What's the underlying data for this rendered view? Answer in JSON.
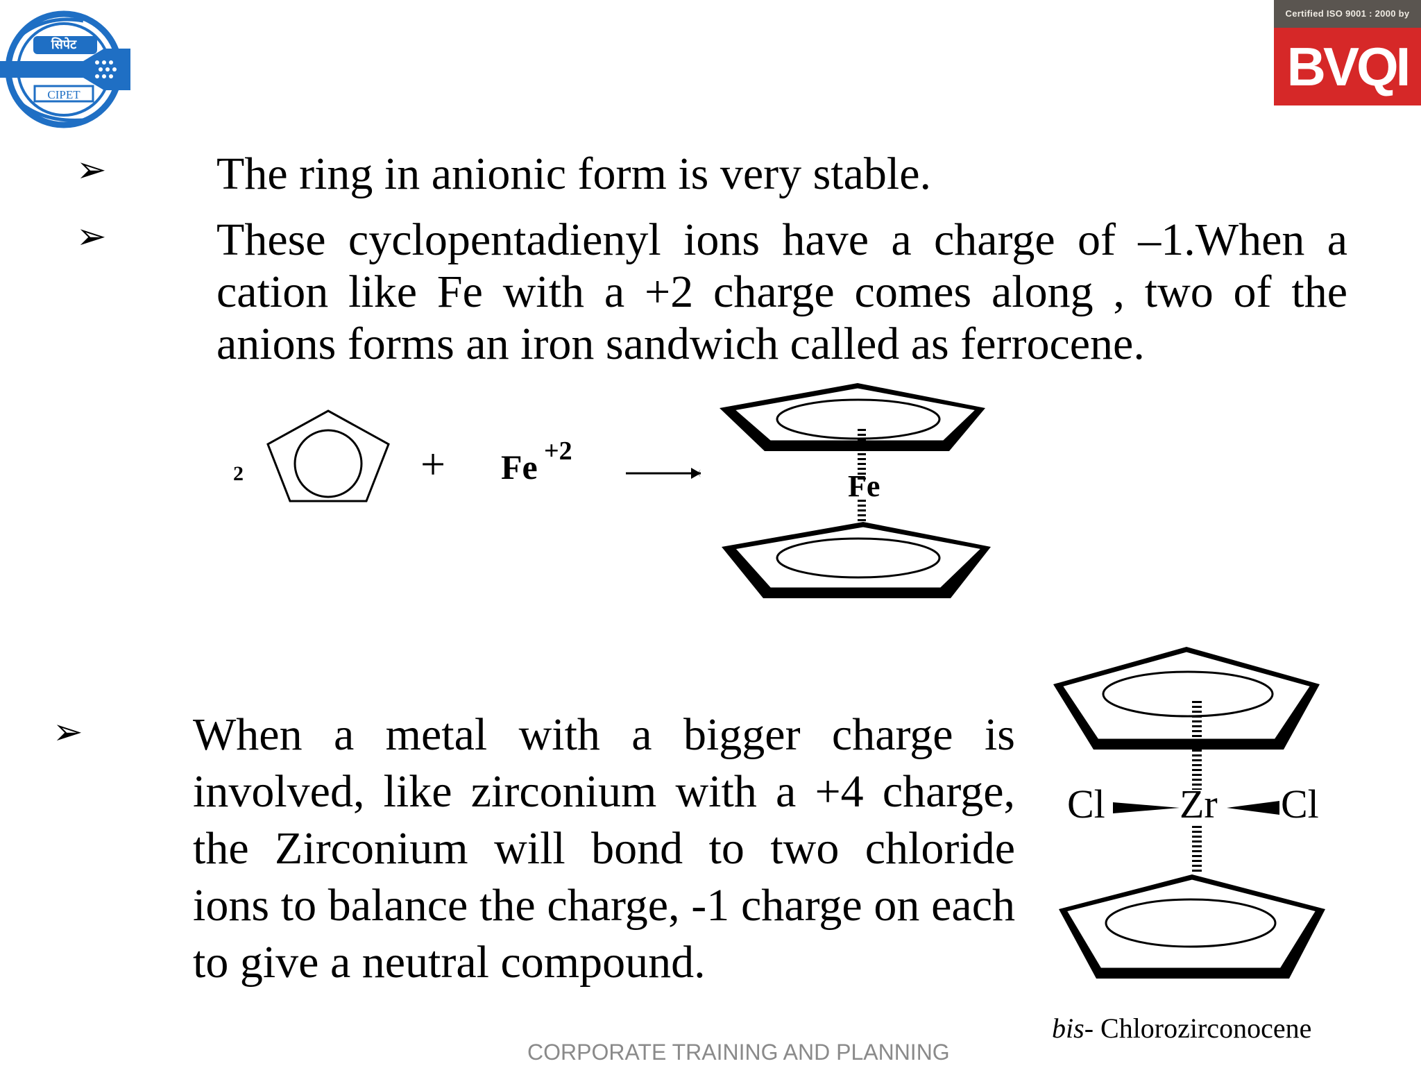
{
  "header": {
    "left_logo": {
      "label": "सिपेट",
      "sublabel": "CIPET"
    },
    "right_logo": {
      "cert_text": "Certified ISO 9001 : 2000 by",
      "brand": "BVQI"
    }
  },
  "bullets": [
    {
      "symbol": "➢",
      "text": "The ring in anionic form is very stable."
    },
    {
      "symbol": "➢",
      "text": "These  cyclopentadienyl ions have a charge of –1.When a cation like Fe with a +2 charge comes along , two of the anions forms an iron sandwich called as ferrocene."
    },
    {
      "symbol": "➢",
      "text": "When a metal with a bigger charge is involved, like zirconium with a +4 charge, the Zirconium will bond to two chloride ions to balance the charge, -1 charge on each to give a neutral compound."
    }
  ],
  "reaction": {
    "coefficient": "2",
    "plus": "+",
    "metal": "Fe",
    "charge": "+2",
    "product_metal": "Fe"
  },
  "zirconocene": {
    "left_ligand": "Cl",
    "metal": "Zr",
    "right_ligand": "Cl",
    "caption_italic": "bis",
    "caption_rest": "- Chlorozirconocene"
  },
  "footer": "CORPORATE TRAINING AND PLANNING"
}
